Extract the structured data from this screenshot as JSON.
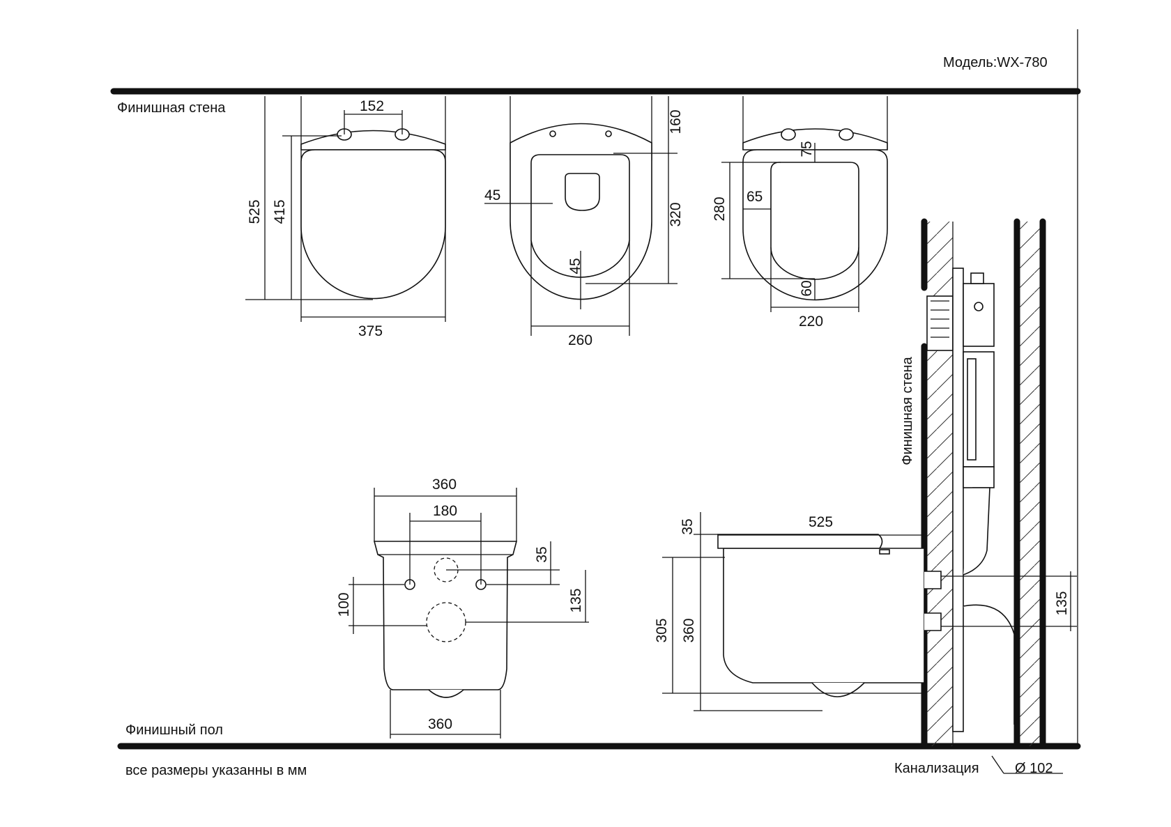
{
  "model_label": "Модель:WX-780",
  "labels": {
    "finish_wall_top": "Финишная стена",
    "finish_wall_side": "Финишная стена",
    "finish_floor": "Финишный пол",
    "units_note": "все размеры указанны в мм",
    "sewer": "Канализация",
    "pipe_diameter": "Ø 102"
  },
  "top_view_1": {
    "hinge_spacing": "152",
    "total_length": "525",
    "seat_length": "415",
    "width": "375"
  },
  "top_view_2": {
    "wall_offset": "160",
    "inner_length": "320",
    "side_rim": "45",
    "front_rim": "45",
    "inner_width": "260"
  },
  "top_view_3": {
    "back_rim": "75",
    "opening_length": "280",
    "side_rim": "65",
    "front_rim": "60",
    "opening_width": "220"
  },
  "rear_view": {
    "width_top": "360",
    "bolt_spacing": "180",
    "top_to_bolts": "35",
    "bolts_to_outlet": "100",
    "top_to_outlet": "135",
    "base_width": "360"
  },
  "side_view": {
    "depth": "525",
    "seat_thickness": "35",
    "height_to_rim": "305",
    "total_height": "360",
    "outlet_height": "135"
  }
}
